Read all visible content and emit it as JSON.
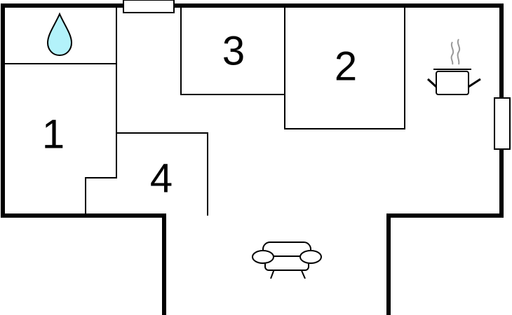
{
  "floorplan": {
    "rooms": [
      {
        "id": "room-1",
        "label": "1"
      },
      {
        "id": "room-2",
        "label": "2"
      },
      {
        "id": "room-3",
        "label": "3"
      },
      {
        "id": "room-4",
        "label": "4"
      }
    ],
    "icons": [
      {
        "id": "bathroom",
        "name": "water-drop-icon",
        "color": "#b3f2fa"
      },
      {
        "id": "kitchen",
        "name": "cooking-pot-icon",
        "color": "#ffffff"
      },
      {
        "id": "living-room",
        "name": "sofa-icon",
        "color": "#ffffff"
      }
    ],
    "colors": {
      "wall": "#000000",
      "steam": "#999999",
      "background": "#ffffff"
    }
  }
}
